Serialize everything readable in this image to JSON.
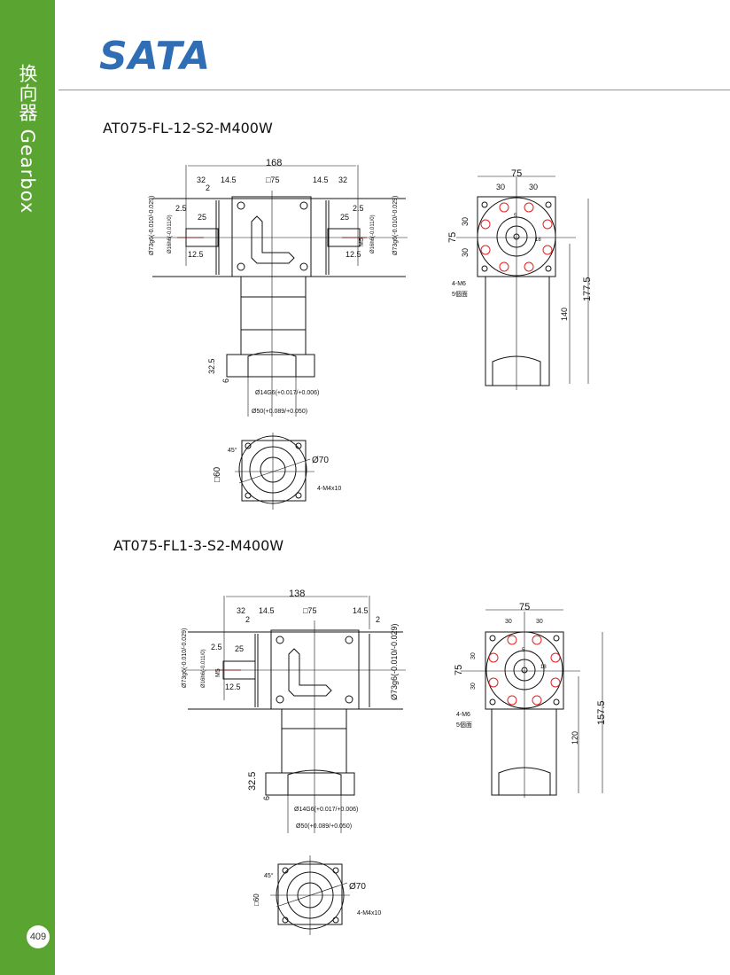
{
  "sidebar": {
    "title": "换向器 Gearbox",
    "page_number": "409"
  },
  "header": {
    "logo": "SATA"
  },
  "colors": {
    "green": "#5aa532",
    "logo_blue": "#2f6db5",
    "rule": "#5cb87a"
  },
  "models": [
    {
      "name": "AT075-FL-12-S2-M400W",
      "front": {
        "overall": "168",
        "left_len": "32",
        "left_flange": "14.5",
        "body": "□75",
        "right_flange": "14.5",
        "right_len": "32",
        "gap": "2",
        "key_len": "25",
        "key_off": "2.5",
        "shaft_len": "12.5",
        "thread": "M5",
        "shaft_dia": "Ø16h6(-0.011/0)",
        "pilot_dia": "Ø73g6(-0.010/-0.029)",
        "in_len": "32.5",
        "in_depth": "6",
        "in_bore": "Ø14G6(+0.017/+0.006)",
        "in_pilot": "Ø50(+0.089/+0.050)"
      },
      "side": {
        "width": "75",
        "hole_x1": "30",
        "hole_x2": "30",
        "height": "75",
        "hole_y1": "30",
        "hole_y2": "30",
        "bolts": "4-M6",
        "faces": "5個面",
        "len1": "140",
        "len2": "177.5",
        "key": "5",
        "key2": "18"
      },
      "bottom": {
        "square": "□60",
        "angle": "45°",
        "dia": "Ø70",
        "holes": "4-M4x10"
      }
    },
    {
      "name": "AT075-FL1-3-S2-M400W",
      "front": {
        "overall": "138",
        "left_len": "32",
        "left_flange": "14.5",
        "body": "□75",
        "right_flange": "14.5",
        "gap": "2",
        "key_len": "25",
        "key_off": "2.5",
        "shaft_len": "12.5",
        "thread": "M5",
        "shaft_dia": "Ø16h6(-0.011/0)",
        "pilot_dia": "Ø73g6(-0.010/-0.029)",
        "right_pilot": "Ø73g6(-0.010/-0.029)",
        "in_len": "32.5",
        "in_depth": "6",
        "in_bore": "Ø14G6(+0.017/+0.006)",
        "in_pilot": "Ø50(+0.089/+0.050)"
      },
      "side": {
        "width": "75",
        "hole_x1": "30",
        "hole_x2": "30",
        "height": "75",
        "hole_y1": "30",
        "hole_y2": "30",
        "bolts": "4-M6",
        "faces": "5個面",
        "len1": "120",
        "len2": "157.5",
        "key": "5",
        "key2": "18"
      },
      "bottom": {
        "square": "□60",
        "angle": "45°",
        "dia": "Ø70",
        "holes": "4-M4x10"
      }
    }
  ]
}
